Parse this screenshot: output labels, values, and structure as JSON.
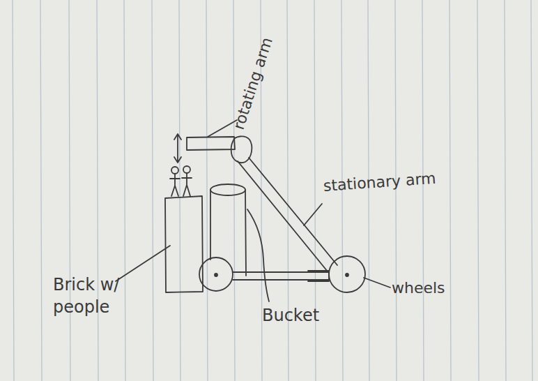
{
  "diagram": {
    "labels": [
      "rotating arm",
      "stationary arm",
      "Brick w/ people",
      "Bucket",
      "wheels"
    ]
  }
}
